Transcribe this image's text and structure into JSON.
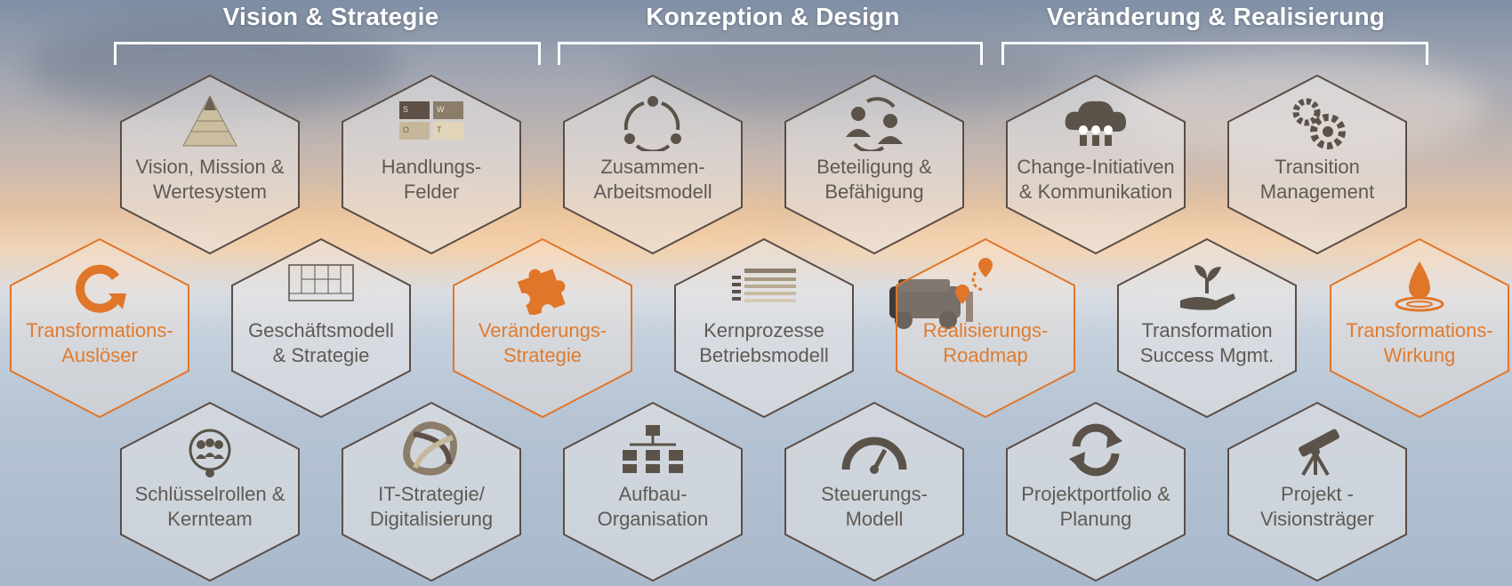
{
  "phases": [
    {
      "title": "Vision & Strategie"
    },
    {
      "title": "Konzeption & Design"
    },
    {
      "title": "Veränderung & Realisierung"
    }
  ],
  "colors": {
    "gray_hex_stroke": "#5a4d46",
    "orange": "#e0762a",
    "label_gray": "#5f5a55",
    "icon_dark": "#5b5249",
    "icon_beige": "#cbbd9f"
  },
  "hexagons": [
    {
      "id": "vision",
      "line1": "Vision, Mission &",
      "line2": "Wertesystem",
      "icon": "pyramid-icon",
      "style": "gray"
    },
    {
      "id": "handlung",
      "line1": "Handlungs-",
      "line2": "Felder",
      "icon": "swot-icon",
      "style": "gray",
      "swot": [
        "S",
        "W",
        "O",
        "T"
      ]
    },
    {
      "id": "zusammen",
      "line1": "Zusammen-",
      "line2": "Arbeitsmodell",
      "icon": "cycle-icon",
      "style": "gray"
    },
    {
      "id": "beteiligung",
      "line1": "Beteiligung &",
      "line2": "Befähigung",
      "icon": "people-exchange-icon",
      "style": "gray"
    },
    {
      "id": "change",
      "line1": "Change-Initiativen",
      "line2": "& Kommunikation",
      "icon": "cloud-people-icon",
      "style": "gray"
    },
    {
      "id": "transition",
      "line1": "Transition",
      "line2": "Management",
      "icon": "gears-icon",
      "style": "gray"
    },
    {
      "id": "ausloeser",
      "line1": "Transformations-",
      "line2": "Auslöser",
      "icon": "refresh-icon",
      "style": "orange"
    },
    {
      "id": "geschaeft",
      "line1": "Geschäftsmodell",
      "line2": "& Strategie",
      "icon": "canvas-icon",
      "style": "gray"
    },
    {
      "id": "veraenderung",
      "line1": "Veränderungs-",
      "line2": "Strategie",
      "icon": "puzzle-icon",
      "style": "orange"
    },
    {
      "id": "kernprozesse",
      "line1": "Kernprozesse",
      "line2": "Betriebsmodell",
      "icon": "process-list-icon",
      "style": "gray"
    },
    {
      "id": "roadmap",
      "line1": "Realisierungs-",
      "line2": "Roadmap",
      "icon": "route-pin-icon",
      "style": "orange"
    },
    {
      "id": "success",
      "line1": "Transformation",
      "line2": "Success Mgmt.",
      "icon": "plant-hand-icon",
      "style": "gray"
    },
    {
      "id": "wirkung",
      "line1": "Transformations-",
      "line2": "Wirkung",
      "icon": "water-drop-icon",
      "style": "orange"
    },
    {
      "id": "schluessel",
      "line1": "Schlüsselrollen &",
      "line2": "Kernteam",
      "icon": "team-icon",
      "style": "gray"
    },
    {
      "id": "it",
      "line1": "IT-Strategie/",
      "line2": "Digitalisierung",
      "icon": "knot-icon",
      "style": "gray"
    },
    {
      "id": "aufbau",
      "line1": "Aufbau-",
      "line2": "Organisation",
      "icon": "org-chart-icon",
      "style": "gray"
    },
    {
      "id": "steuerung",
      "line1": "Steuerungs-",
      "line2": "Modell",
      "icon": "gauge-icon",
      "style": "gray"
    },
    {
      "id": "portfolio",
      "line1": "Projektportfolio &",
      "line2": "Planung",
      "icon": "sync-icon",
      "style": "gray"
    },
    {
      "id": "projekt",
      "line1": "Projekt -",
      "line2": "Visionsträger",
      "icon": "telescope-icon",
      "style": "gray"
    }
  ]
}
